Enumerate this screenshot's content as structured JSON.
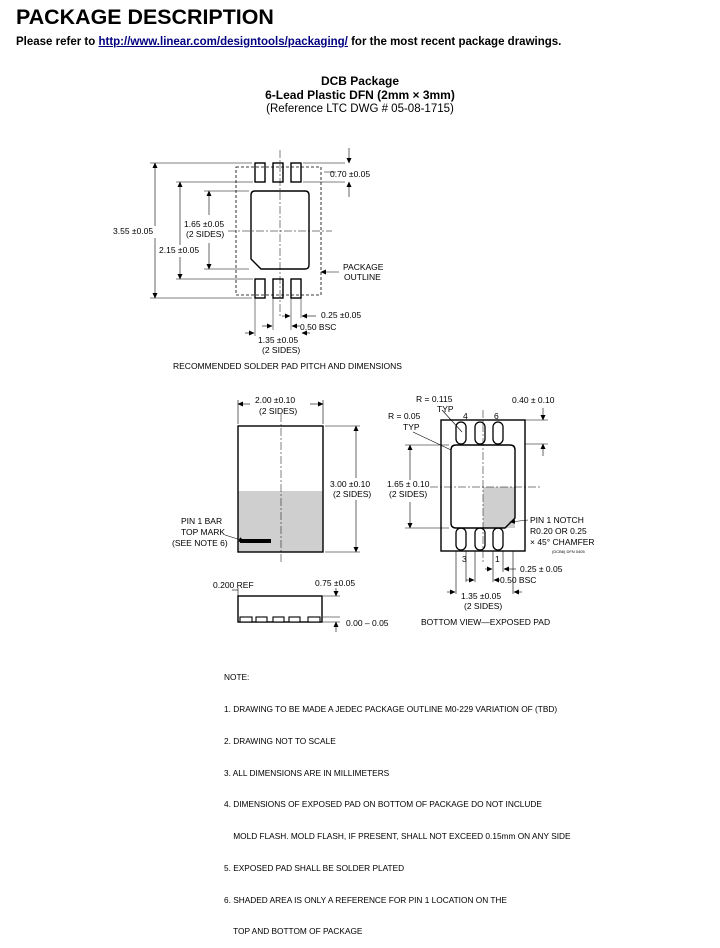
{
  "page": {
    "heading": "PACKAGE DESCRIPTION",
    "refer_prefix": "Please refer to",
    "refer_link": "http://www.linear.com/designtools/packaging/",
    "refer_suffix": "for the most recent package drawings."
  },
  "package": {
    "name": "DCB Package",
    "type": "6-Lead Plastic DFN (2mm × 3mm)",
    "reference": "(Reference LTC DWG # 05-08-1715)"
  },
  "solder_pad": {
    "dim_top": "0.70 ±0.05",
    "dim_overall": "3.55 ±0.05",
    "dim_inner_a": "1.65 ±0.05",
    "dim_inner_a_sides": "(2 SIDES)",
    "dim_inner_b": "2.15 ±0.05",
    "outline_label_1": "PACKAGE",
    "outline_label_2": "OUTLINE",
    "dim_pad_width": "0.25 ±0.05",
    "dim_pitch": "0.50 BSC",
    "dim_bottom": "1.35 ±0.05",
    "dim_bottom_sides": "(2 SIDES)",
    "caption": "RECOMMENDED SOLDER PAD PITCH AND DIMENSIONS"
  },
  "top_view": {
    "dim_width": "2.00 ±0.10",
    "dim_width_sides": "(2 SIDES)",
    "dim_height": "3.00 ±0.10",
    "dim_height_sides": "(2 SIDES)",
    "pin1_1": "PIN 1 BAR",
    "pin1_2": "TOP MARK",
    "pin1_3": "(SEE NOTE 6)"
  },
  "bottom_view": {
    "r1": "R = 0.115",
    "r1_typ": "TYP",
    "r2": "R = 0.05",
    "r2_typ": "TYP",
    "pin_4": "4",
    "pin_6": "6",
    "pin_3": "3",
    "pin_1": "1",
    "dim_040": "0.40 ± 0.10",
    "dim_165": "1.65 ± 0.10",
    "dim_165_sides": "(2 SIDES)",
    "notch_1": "PIN 1 NOTCH",
    "notch_2": "R0.20 OR 0.25",
    "notch_3": "× 45° CHAMFER",
    "dwg_code": "(DCB6) DFN 0405",
    "dim_025": "0.25 ± 0.05",
    "dim_050": "0.50 BSC",
    "dim_135": "1.35 ±0.05",
    "dim_135_sides": "(2 SIDES)",
    "caption": "BOTTOM VIEW—EXPOSED PAD"
  },
  "side_view": {
    "ref": "0.200 REF",
    "height": "0.75 ±0.05",
    "standoff": "0.00 – 0.05"
  },
  "notes": {
    "header": "NOTE:",
    "n1": "1. DRAWING TO BE MADE A JEDEC PACKAGE OUTLINE M0-229 VARIATION OF (TBD)",
    "n2": "2. DRAWING NOT TO SCALE",
    "n3": "3. ALL DIMENSIONS ARE IN MILLIMETERS",
    "n4a": "4. DIMENSIONS OF EXPOSED PAD ON BOTTOM OF PACKAGE DO NOT INCLUDE",
    "n4b": "    MOLD FLASH. MOLD FLASH, IF PRESENT, SHALL NOT EXCEED 0.15mm ON ANY SIDE",
    "n5": "5. EXPOSED PAD SHALL BE SOLDER PLATED",
    "n6a": "6. SHADED AREA IS ONLY A REFERENCE FOR PIN 1 LOCATION ON THE",
    "n6b": "    TOP AND BOTTOM OF PACKAGE"
  }
}
